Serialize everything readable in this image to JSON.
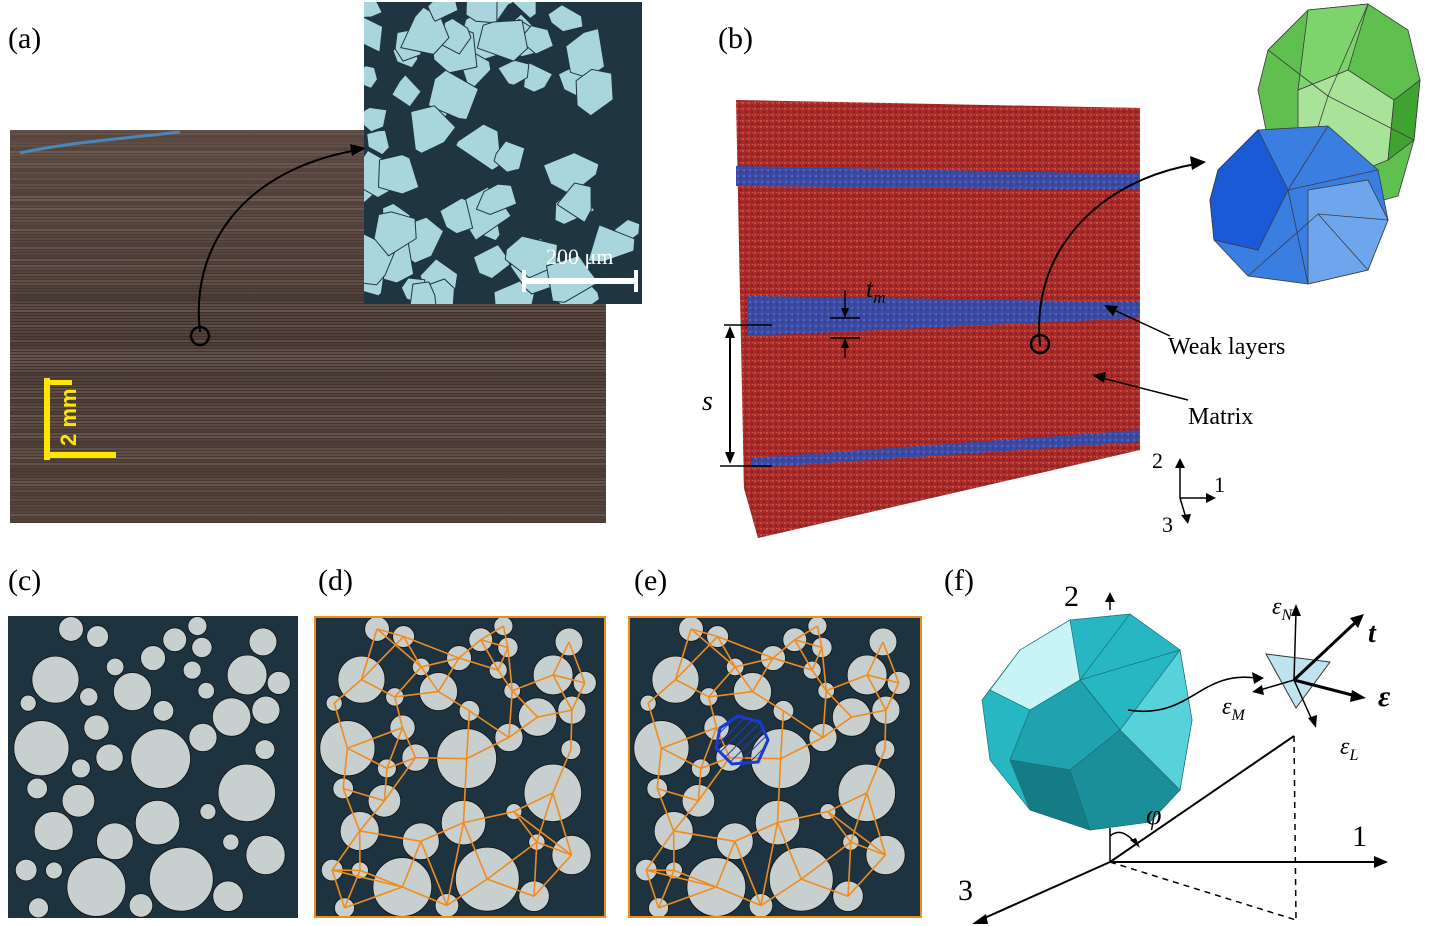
{
  "panels": {
    "a": {
      "label": "(a)",
      "scale_bar": "2 mm",
      "inset_scale": "200 μm"
    },
    "b": {
      "label": "(b)",
      "thickness": "t",
      "thickness_sub": "m",
      "spacing": "s",
      "weak_layers": "Weak layers",
      "matrix": "Matrix",
      "axes": {
        "a1": "1",
        "a2": "2",
        "a3": "3"
      }
    },
    "c": {
      "label": "(c)"
    },
    "d": {
      "label": "(d)"
    },
    "e": {
      "label": "(e)"
    },
    "f": {
      "label": "(f)",
      "axis1": "1",
      "axis2": "2",
      "axis3": "3",
      "angle": "φ",
      "eps_n": "ε",
      "eps_n_sub": "N",
      "eps_m": "ε",
      "eps_m_sub": "M",
      "eps_l": "ε",
      "eps_l_sub": "L",
      "traction": "t",
      "strain": "ε"
    }
  },
  "colors": {
    "rock": "#4a3a33",
    "matrix_red": "#a22a2a",
    "weak_blue": "#3a4aa6",
    "grain": "#c8cfcf",
    "pore": "#1e3340",
    "mesh": "#f08c1e",
    "grain_cyan": "#27b7c2",
    "scalebar_yellow": "#ffe600"
  }
}
